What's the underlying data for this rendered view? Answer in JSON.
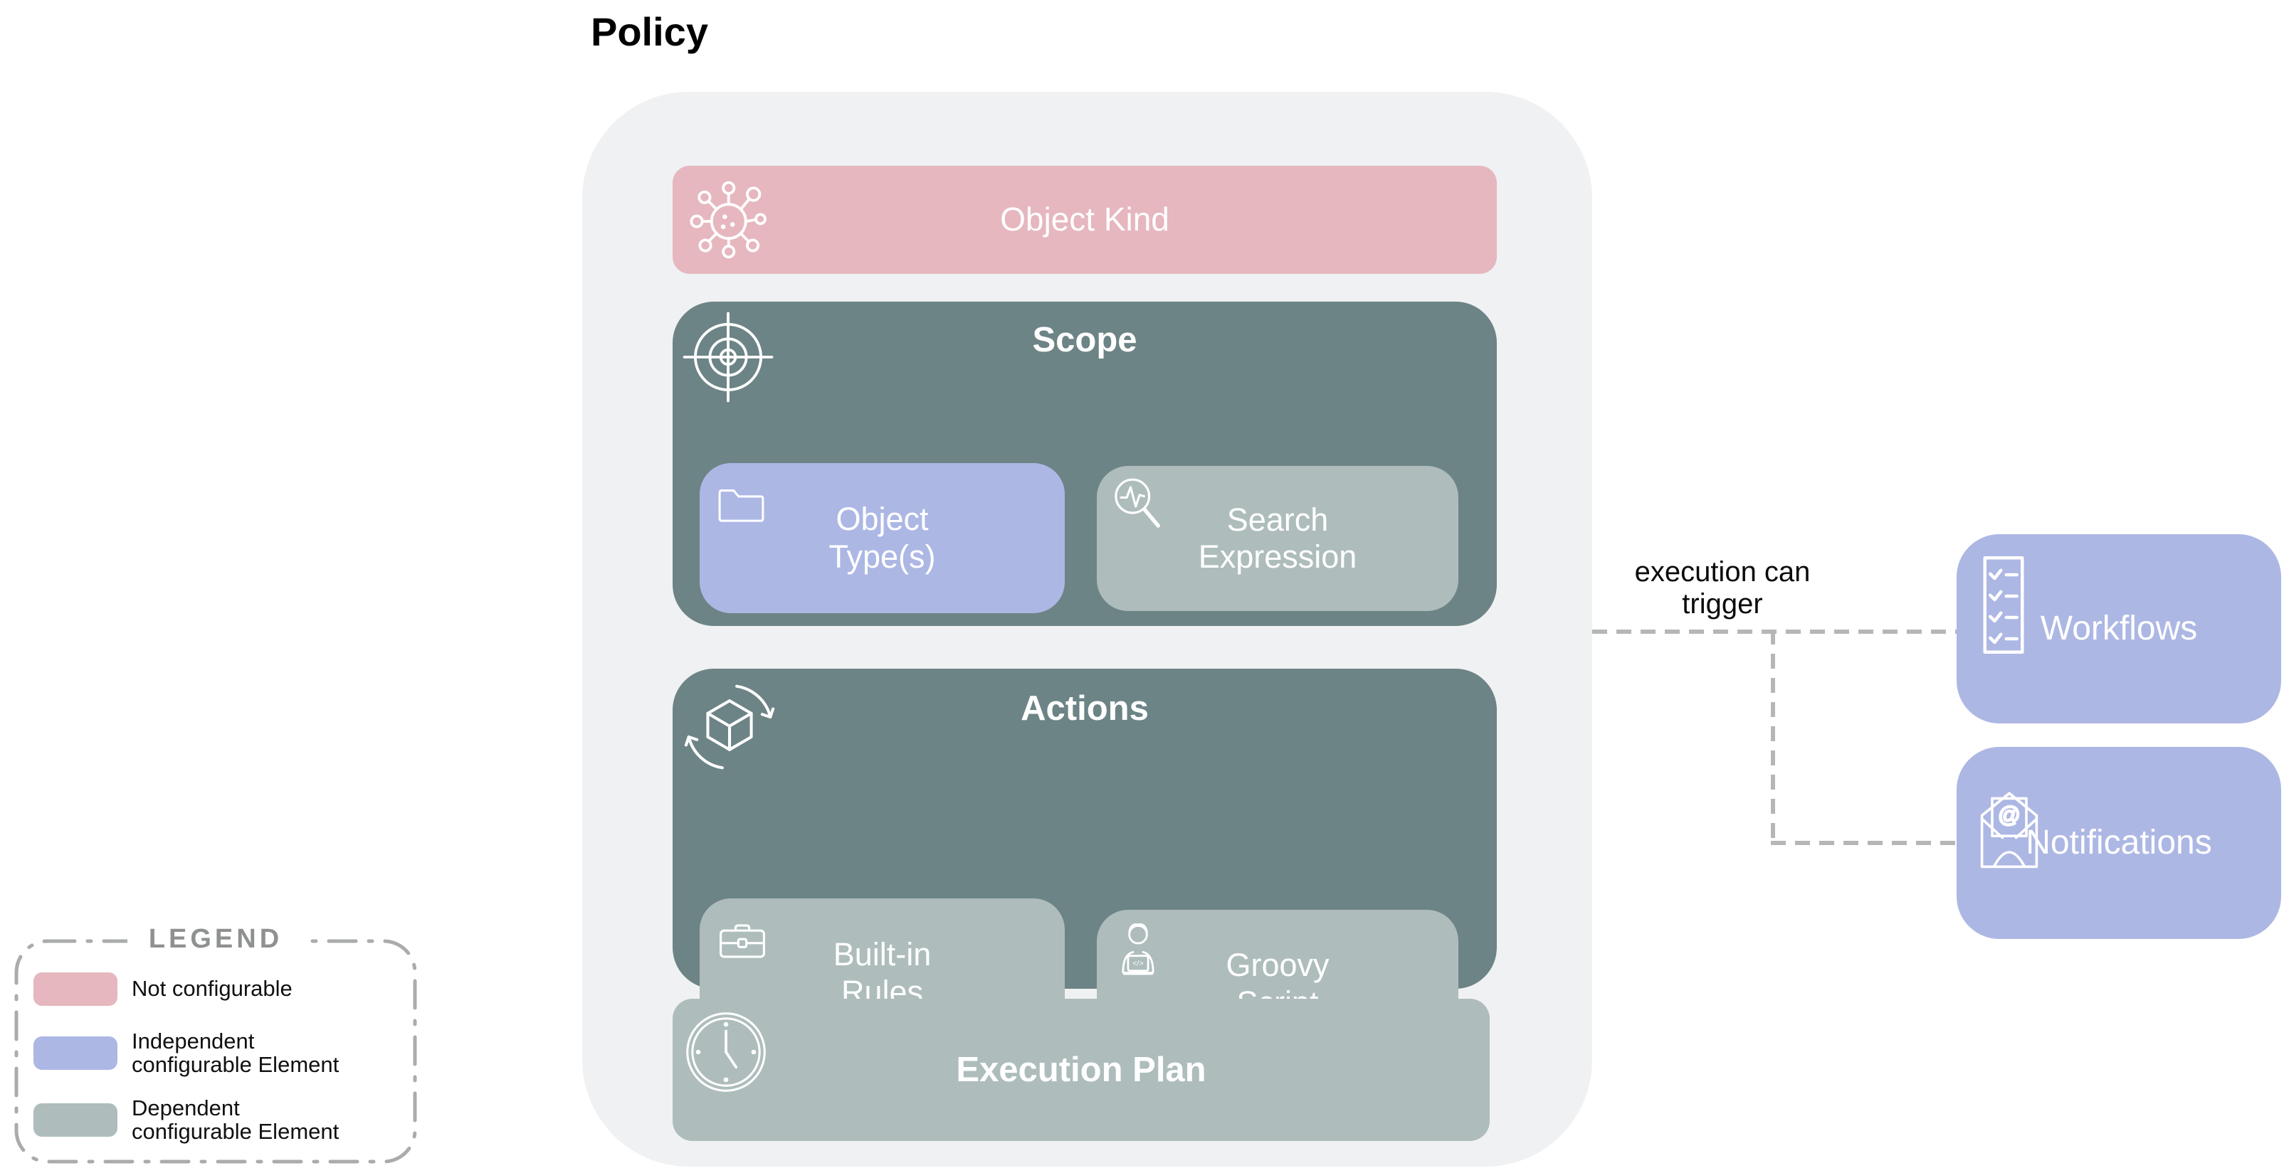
{
  "title": "Policy",
  "colors": {
    "pink": "#e6b7be",
    "purple": "#adb7e4",
    "teal": "#6d8486",
    "sage": "#aebcbc",
    "container": "#f0f1f2",
    "connector": "#b5b7b6",
    "legend_border": "#aaacab",
    "legend_title": "#8e9190"
  },
  "policy": {
    "object_kind_label": "Object Kind",
    "scope_title": "Scope",
    "object_types_label": "Object\nType(s)",
    "search_expression_label": "Search\nExpression",
    "actions_title": "Actions",
    "built_in_rules_label": "Built-in\nRules",
    "groovy_script_label": "Groovy\nScript",
    "execution_plan_label": "Execution Plan"
  },
  "connector_label": "execution can\ntrigger",
  "targets": {
    "workflows_label": "Workflows",
    "notifications_label": "Notifications"
  },
  "legend": {
    "title": "LEGEND",
    "items": [
      {
        "label": "Not configurable",
        "color": "#e6b7be"
      },
      {
        "label": "Independent\nconfigurable Element",
        "color": "#adb7e4"
      },
      {
        "label": "Dependent\nconfigurable Element",
        "color": "#aebcbc"
      }
    ]
  }
}
